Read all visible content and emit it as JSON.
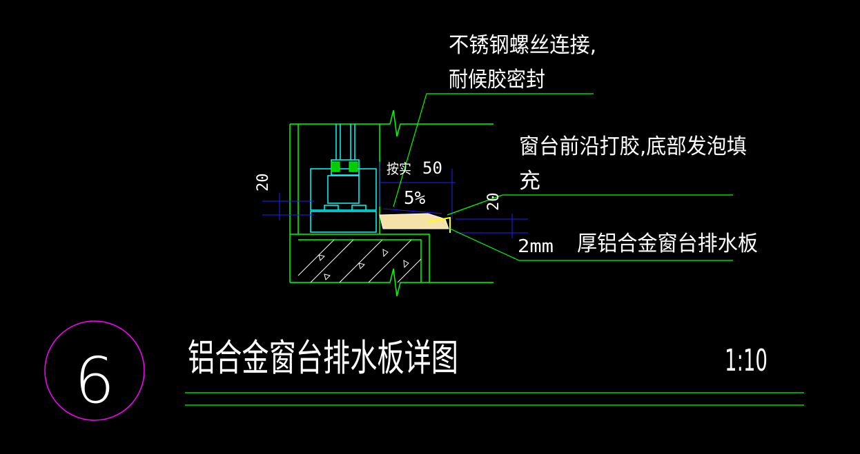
{
  "colors": {
    "background": "#000000",
    "outline": "#00ff00",
    "dimension": "#2020ff",
    "text": "#ffffff",
    "glass": "#00ffff",
    "seal": "#00cc00",
    "plate": "#f5e2a8",
    "hatch": "#ffffff",
    "circle": "#ff00ff"
  },
  "callouts": {
    "screw_line1": "不锈钢螺丝连接,",
    "screw_line2": "耐候胶密封",
    "sill_line1": "窗台前沿打胶,底部发泡填",
    "sill_line2": "充",
    "plate_thickness": "2mm",
    "plate_desc": "厚铝合金窗台排水板"
  },
  "dimensions": {
    "left_20": "20",
    "right_20": "20",
    "press_label": "按实",
    "width_50": "50",
    "slope": "5%"
  },
  "title_block": {
    "number": "6",
    "title": "铝合金窗台排水板详图",
    "scale": "1:10"
  }
}
